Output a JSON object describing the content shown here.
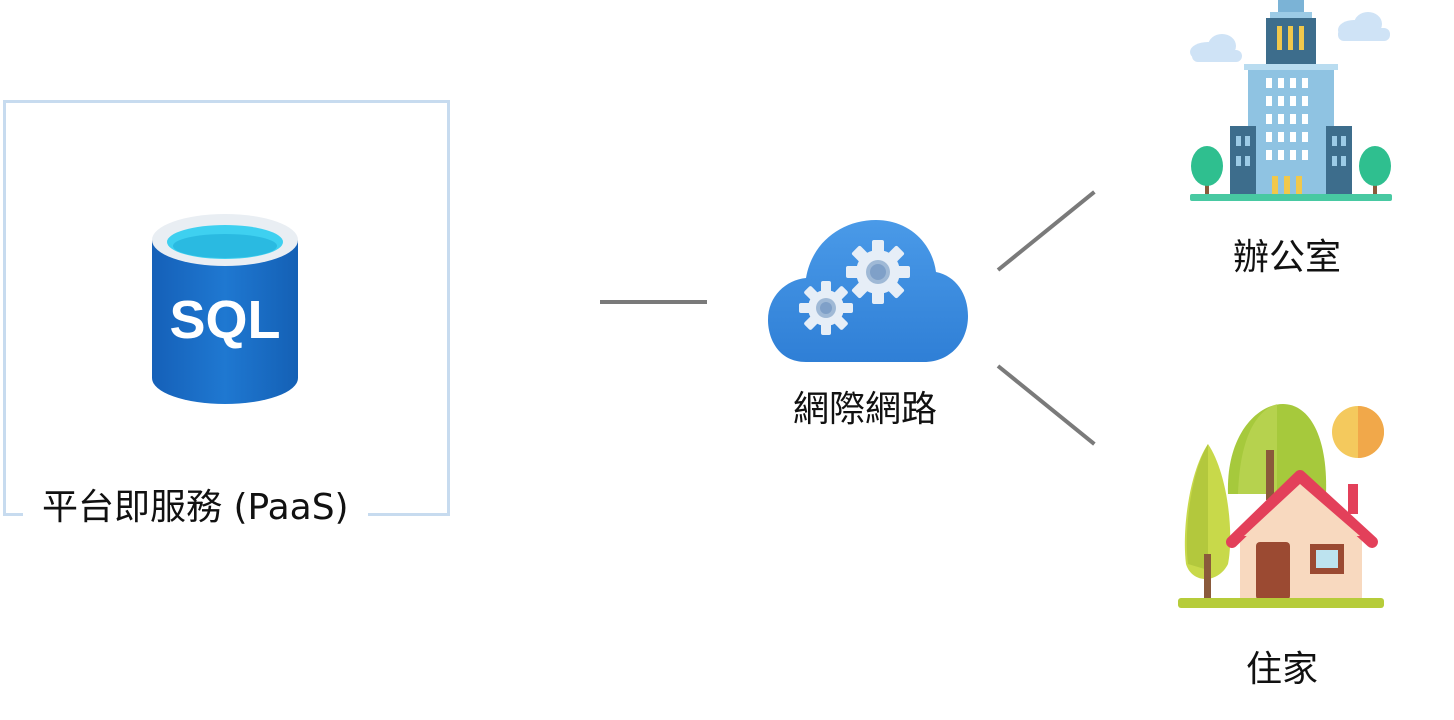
{
  "paas": {
    "label": "平台即服務 (PaaS)",
    "database_icon": "sql-database-icon",
    "database_text": "SQL"
  },
  "internet": {
    "label": "網際網路",
    "icon": "cloud-gears-icon"
  },
  "office": {
    "label": "辦公室",
    "icon": "office-building-icon"
  },
  "home": {
    "label": "住家",
    "icon": "house-icon"
  },
  "colors": {
    "frame": "#c7dbef",
    "connector": "#7a7a7a",
    "azure_blue": "#1f6fc1",
    "cloud_blue": "#3e8ee0"
  }
}
